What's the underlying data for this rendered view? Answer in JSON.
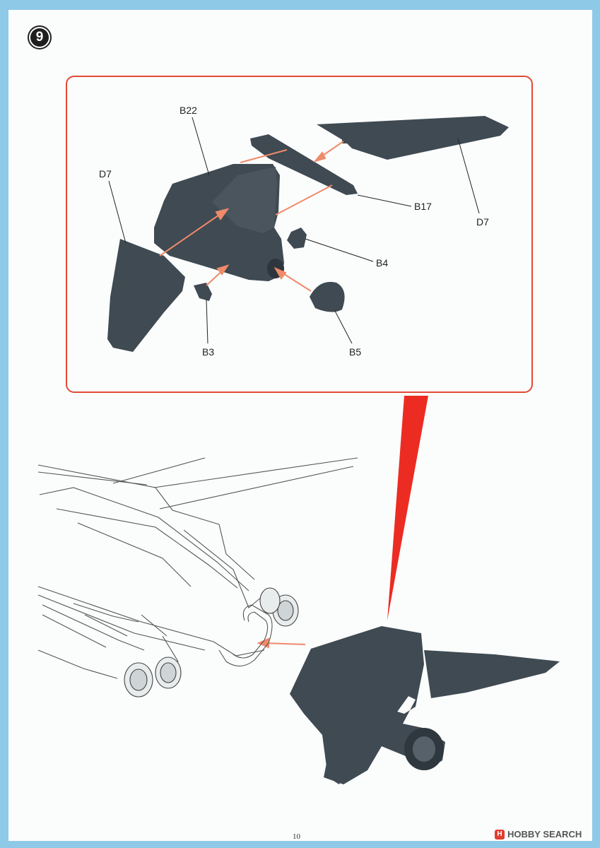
{
  "step": {
    "number": "9"
  },
  "parts": {
    "b22": "B22",
    "d7_left": "D7",
    "d7_right": "D7",
    "b17": "B17",
    "b4": "B4",
    "b3": "B3",
    "b5": "B5"
  },
  "footer": {
    "page_number": "10",
    "watermark_logo": "H",
    "watermark_text": "HOBBY SEARCH"
  },
  "colors": {
    "part_fill": "#3f4a52",
    "callout_red": "#ec2c22",
    "arrow_orange": "#ef8a6a",
    "line_art": "#555555"
  }
}
